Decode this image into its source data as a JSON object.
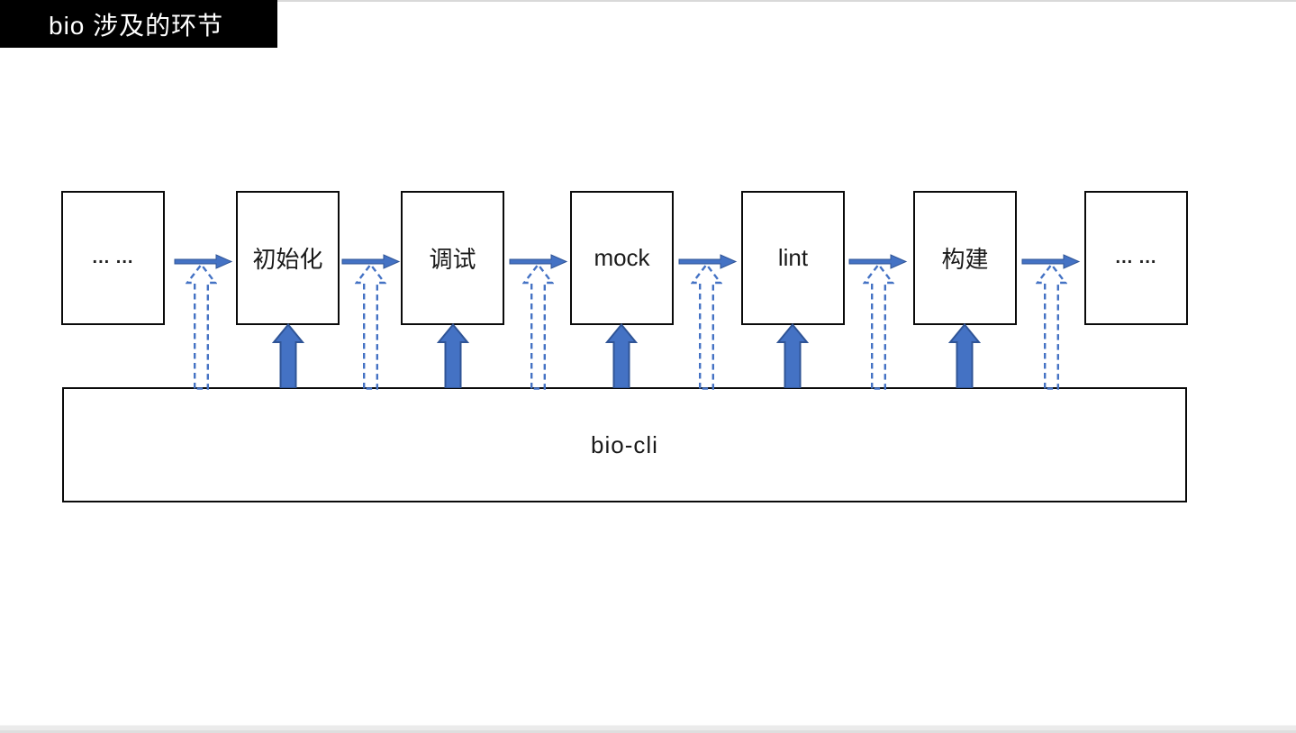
{
  "title": {
    "label": "bio 涉及的环节"
  },
  "diagram": {
    "nodes": [
      {
        "label": "... ..."
      },
      {
        "label": "初始化"
      },
      {
        "label": "调试"
      },
      {
        "label": "mock"
      },
      {
        "label": "lint"
      },
      {
        "label": "构建"
      },
      {
        "label": "... ..."
      }
    ],
    "base": {
      "label": "bio-cli"
    },
    "flow_direction": "left-to-right",
    "connectors": {
      "right_arrows_between_stages": 6,
      "dashed_up_arrows_from_base_to_transitions": 6,
      "solid_up_arrows_from_base_to_stages": 5
    },
    "colors": {
      "arrow_fill": "#4472C4",
      "arrow_outline": "#2F5496",
      "box_border": "#000000",
      "title_bg": "#000000",
      "title_fg": "#FFFFFF"
    }
  }
}
